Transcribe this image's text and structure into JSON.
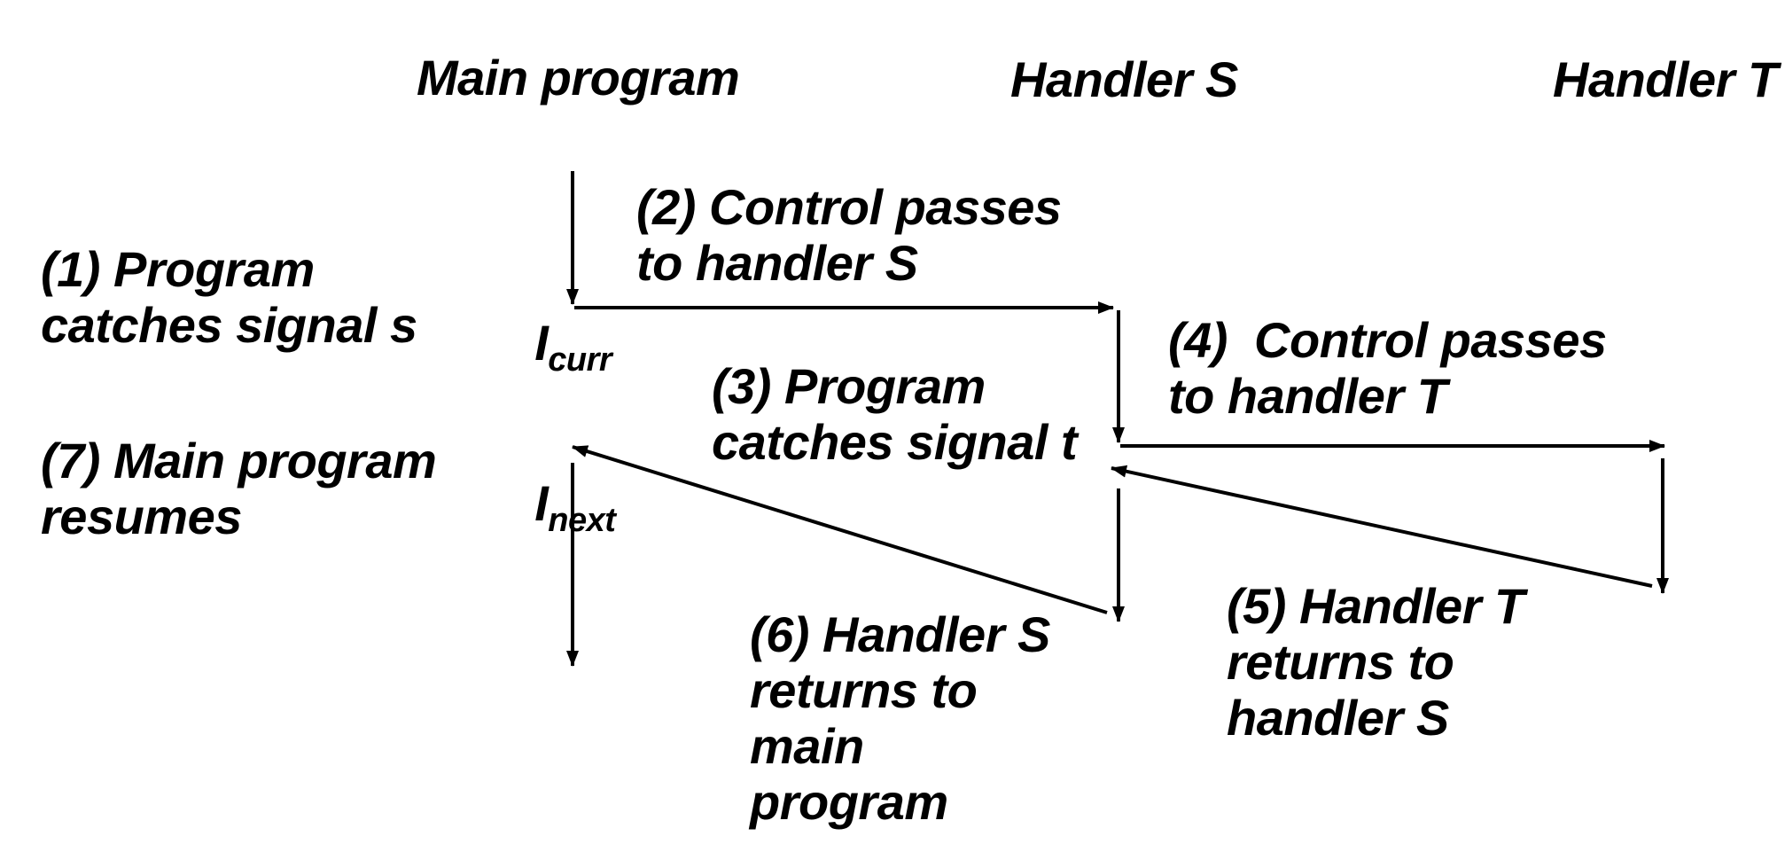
{
  "colors": {
    "ink": "#000000",
    "background": "#ffffff"
  },
  "columns": [
    {
      "label": "Main program"
    },
    {
      "label": "Handler S"
    },
    {
      "label": "Handler T"
    }
  ],
  "markers": [
    {
      "base": "I",
      "sub": "curr"
    },
    {
      "base": "I",
      "sub": "next"
    }
  ],
  "annotations": [
    {
      "step": "1",
      "lines": [
        "(1) Program",
        "catches signal s"
      ]
    },
    {
      "step": "2",
      "lines": [
        "(2) Control passes",
        "to handler S"
      ]
    },
    {
      "step": "3",
      "lines": [
        "(3) Program",
        "catches signal t"
      ]
    },
    {
      "step": "4",
      "lines": [
        "(4)  Control passes",
        "to handler T"
      ]
    },
    {
      "step": "5",
      "lines": [
        "(5) Handler T",
        "returns to",
        "handler S"
      ]
    },
    {
      "step": "6",
      "lines": [
        "(6) Handler S",
        "returns to",
        "main",
        "program"
      ]
    },
    {
      "step": "7",
      "lines": [
        "(7) Main program",
        "resumes"
      ]
    }
  ]
}
